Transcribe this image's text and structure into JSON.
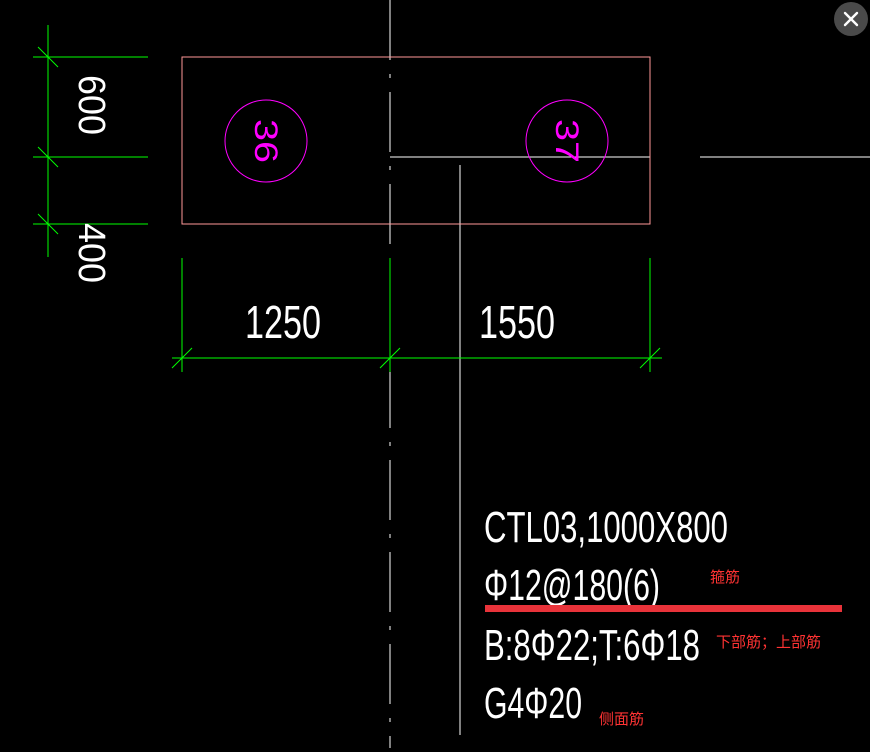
{
  "colors": {
    "background": "#000000",
    "dimension": "#00ff00",
    "outline": "#ff9999",
    "column_circle": "#ff00ff",
    "text": "#ffffff",
    "axis_line": "#ffffff",
    "annotation": "#ff3333",
    "highlight_bar": "#e8333a"
  },
  "dimensions": {
    "vertical_top": "600",
    "vertical_bottom": "400",
    "horizontal_left": "1250",
    "horizontal_right": "1550"
  },
  "columns": [
    {
      "label": "36"
    },
    {
      "label": "37"
    }
  ],
  "beam_spec": {
    "name": "CTL03,1000X800",
    "stirrup": "Φ12@180(6)",
    "main_bars": "B:8Φ22;T:6Φ18",
    "side_bars": "G4Φ20"
  },
  "annotations": {
    "stirrup": "箍筋",
    "main_bars": "下部筋；上部筋",
    "side_bars": "侧面筋"
  },
  "close_icon": "close-icon"
}
